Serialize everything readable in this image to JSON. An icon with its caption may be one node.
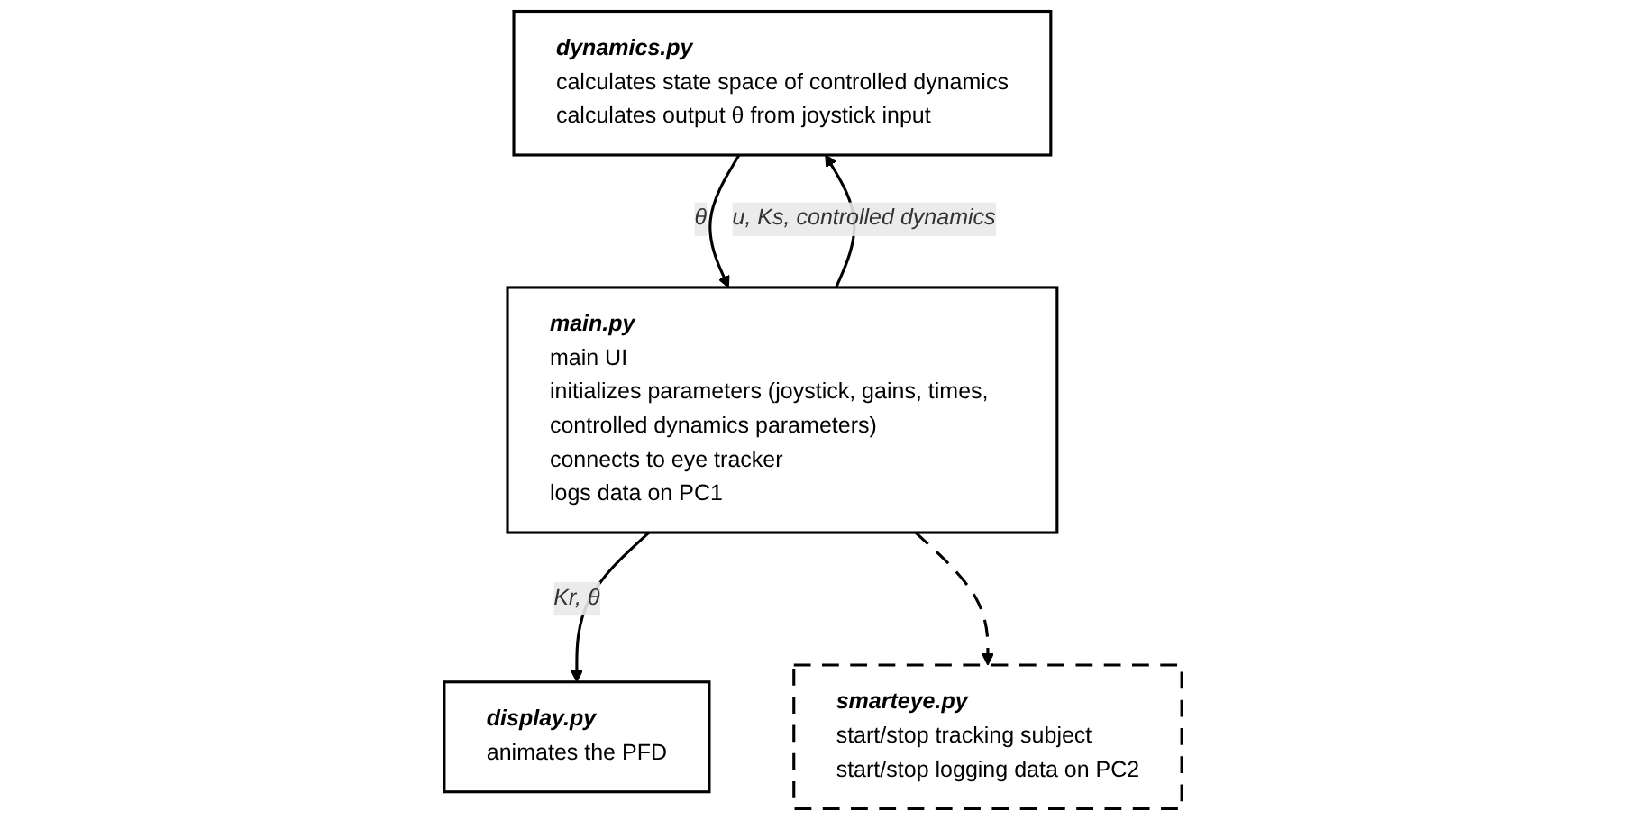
{
  "diagram": {
    "nodes": [
      {
        "text": [
          "dynamics.py",
          "calculates state space of controlled dynamics",
          "calculates output θ from joystick input"
        ]
      },
      {
        "text": [
          "display.py",
          "animates the PFD"
        ]
      },
      {
        "text": [
          "main.py",
          "main UI",
          "initializes parameters (joystick, gains, times, controlled dynamics parameters)",
          "connects to eye tracker",
          "logs data on PC1"
        ]
      },
      {
        "text": [
          "smarteye.py",
          "start/stop tracking subject",
          "start/stop logging data on PC2"
        ]
      }
    ],
    "edges": [
      {
        "from": 2,
        "to": 0,
        "arrow": "to",
        "label": "u, Ks, controlled dynamics"
      },
      {
        "from": 0,
        "to": 2,
        "arrow": "to",
        "label": "θ"
      },
      {
        "from": 2,
        "to": 1,
        "arrow": "to",
        "label": "Kr, θ"
      },
      {
        "from": 2,
        "to": 3,
        "arrow": "to",
        "style": "dashed"
      }
    ]
  }
}
